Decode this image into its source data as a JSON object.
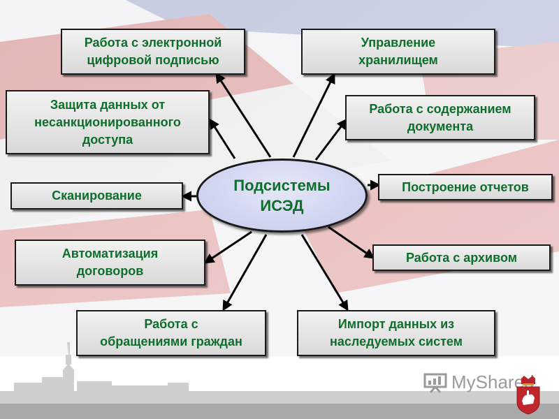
{
  "center": {
    "line1": "Подсистемы",
    "line2": "ИСЭД"
  },
  "nodes": {
    "digital_signature": [
      "Работа с электронной",
      "цифровой подписью"
    ],
    "storage": [
      "Управление",
      "хранилищем"
    ],
    "data_protection": [
      "Защита данных от",
      "несанкционированного",
      "доступа"
    ],
    "document_content": [
      "Работа с содержанием",
      "документа"
    ],
    "scanning": [
      "Сканирование"
    ],
    "reports": [
      "Построение отчетов"
    ],
    "contracts": [
      "Автоматизация",
      "договоров"
    ],
    "archive": [
      "Работа с архивом"
    ],
    "citizen_requests": [
      "Работа с",
      "обращениями граждан"
    ],
    "legacy_import": [
      "Импорт данных из",
      "наследуемых систем"
    ]
  },
  "watermark": {
    "brand": "MyShared"
  },
  "colors": {
    "text": "#0f6e2c",
    "border": "#1a1a1a",
    "ellipse_fill": "#c9cdee",
    "arrow": "#000000"
  }
}
